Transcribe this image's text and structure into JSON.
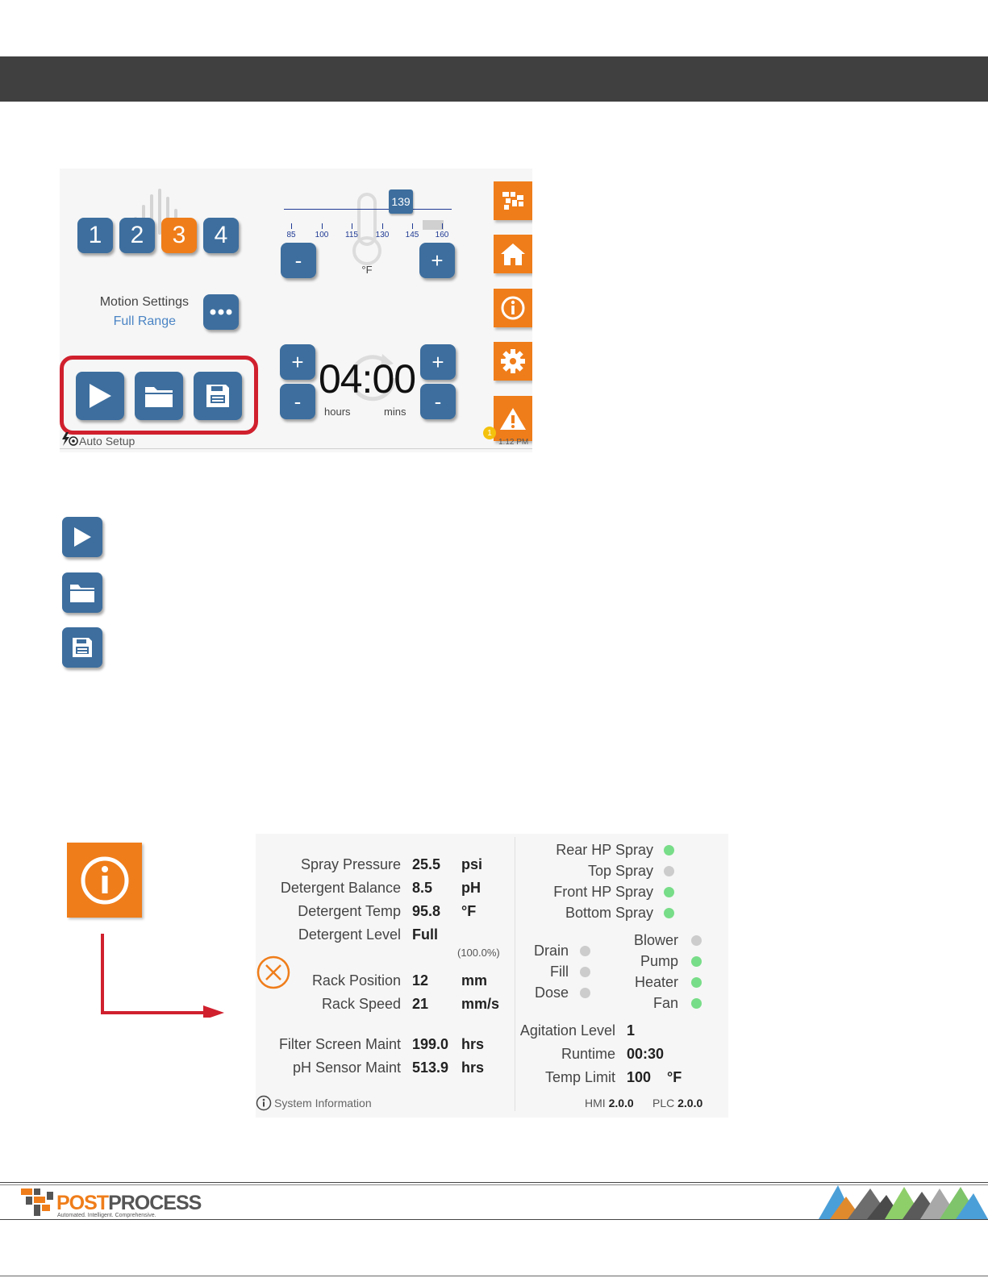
{
  "hmi": {
    "presets": [
      "1",
      "2",
      "3",
      "4"
    ],
    "active_preset": "3",
    "slider": {
      "value": "139",
      "ticks": [
        "85",
        "100",
        "115",
        "130",
        "145",
        "160"
      ],
      "unit": "°F",
      "minus": "-",
      "plus": "+"
    },
    "motion_settings_label": "Motion Settings",
    "motion_settings_value": "Full Range",
    "timer": {
      "display": "04:00",
      "hours_label": "hours",
      "mins_label": "mins",
      "plus": "+",
      "minus": "-"
    },
    "status_text": "Auto Setup",
    "clock": "1:12 PM",
    "alert_badge": "1",
    "colors": {
      "button_blue": "#3d6e9e",
      "accent_orange": "#ef7d1a",
      "highlight_red": "#d0202e"
    }
  },
  "system_info": {
    "left_rows": [
      {
        "label": "Spray Pressure",
        "value": "25.5",
        "unit": "psi"
      },
      {
        "label": "Detergent Balance",
        "value": "8.5",
        "unit": "pH"
      },
      {
        "label": "Detergent Temp",
        "value": "95.8",
        "unit": "°F"
      },
      {
        "label": "Detergent Level",
        "value": "Full",
        "unit": ""
      }
    ],
    "level_percent": "(100.0%)",
    "rack_rows": [
      {
        "label": "Rack Position",
        "value": "12",
        "unit": "mm"
      },
      {
        "label": "Rack Speed",
        "value": "21",
        "unit": "mm/s"
      }
    ],
    "maint_rows": [
      {
        "label": "Filter Screen Maint",
        "value": "199.0",
        "unit": "hrs"
      },
      {
        "label": "pH Sensor Maint",
        "value": "513.9",
        "unit": "hrs"
      }
    ],
    "spray_status": [
      {
        "label": "Rear HP Spray",
        "on": true
      },
      {
        "label": "Top Spray",
        "on": false
      },
      {
        "label": "Front HP Spray",
        "on": true
      },
      {
        "label": "Bottom Spray",
        "on": true
      }
    ],
    "valve_status": [
      {
        "label": "Drain",
        "on": false
      },
      {
        "label": "Fill",
        "on": false
      },
      {
        "label": "Dose",
        "on": false
      }
    ],
    "device_status": [
      {
        "label": "Blower",
        "on": false
      },
      {
        "label": "Pump",
        "on": true
      },
      {
        "label": "Heater",
        "on": true
      },
      {
        "label": "Fan",
        "on": true
      }
    ],
    "agitation_label": "Agitation Level",
    "agitation_value": "1",
    "runtime_label": "Runtime",
    "runtime_value": "00:30",
    "temp_limit_label": "Temp Limit",
    "temp_limit_value": "100",
    "temp_limit_unit": "°F",
    "footer_label": "System Information",
    "hmi_label": "HMI",
    "hmi_version": "2.0.0",
    "plc_label": "PLC",
    "plc_version": "2.0.0"
  },
  "footer": {
    "brand_post": "POST",
    "brand_process": "PROCESS",
    "tagline": "Automated. Intelligent. Comprehensive."
  }
}
